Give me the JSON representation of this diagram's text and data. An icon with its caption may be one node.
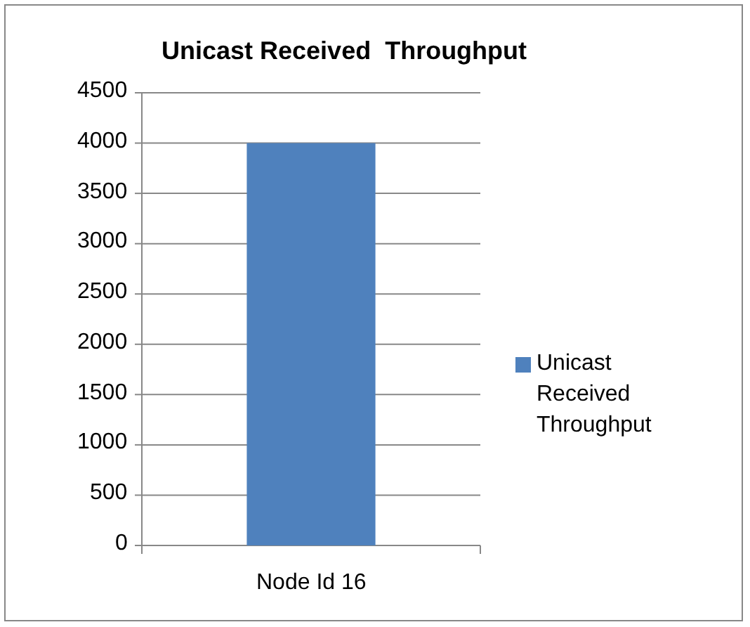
{
  "diagram": {
    "chart_data": {
      "type": "bar",
      "title": "Unicast Received  Throughput",
      "categories": [
        "Node Id 16"
      ],
      "series": [
        {
          "name": "Unicast Received Throughput",
          "color": "#4f81bd",
          "values": [
            4000
          ]
        }
      ],
      "grid": "y",
      "ylim": [
        0,
        4500
      ],
      "yticks": [
        0,
        500,
        1000,
        1500,
        2000,
        2500,
        3000,
        3500,
        4000,
        4500
      ]
    }
  }
}
